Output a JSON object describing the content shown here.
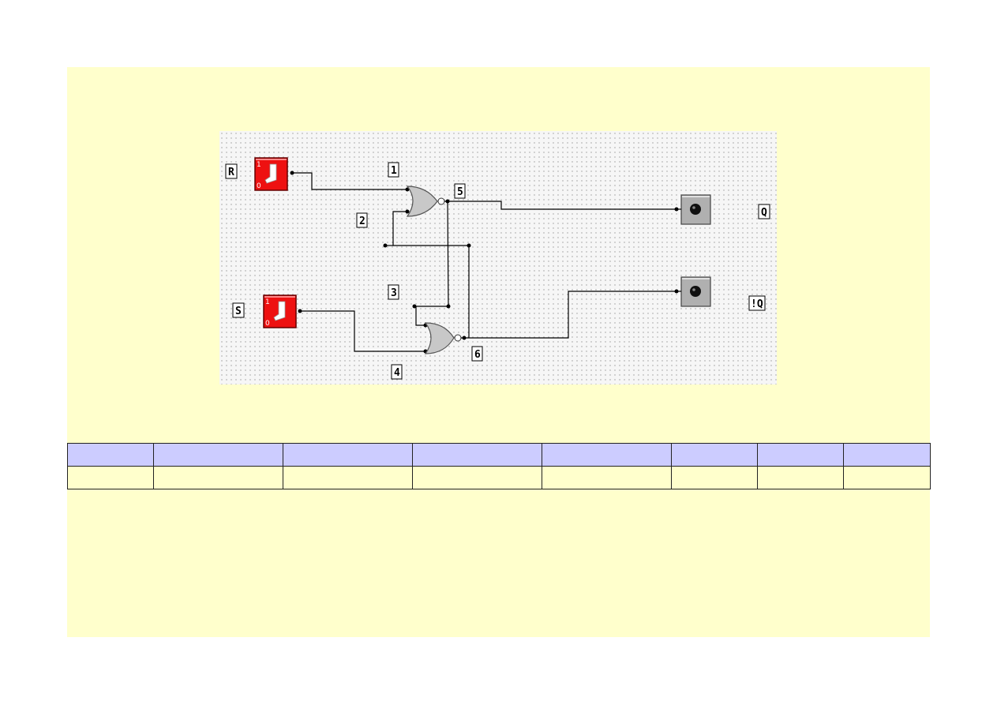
{
  "diagram": {
    "inputs": [
      {
        "id": "R",
        "label": "R",
        "switch_top": "1",
        "switch_bottom": "0"
      },
      {
        "id": "S",
        "label": "S",
        "switch_top": "1",
        "switch_bottom": "0"
      }
    ],
    "outputs": [
      {
        "id": "Q",
        "label": "Q"
      },
      {
        "id": "NQ",
        "label": "!Q"
      }
    ],
    "gates": [
      {
        "id": "nor-top",
        "type": "NOR"
      },
      {
        "id": "nor-bottom",
        "type": "NOR"
      }
    ],
    "node_labels": [
      "1",
      "2",
      "3",
      "4",
      "5",
      "6"
    ],
    "colors": {
      "panel_background": "#ffffcc",
      "grid_background": "#f4f4f4",
      "switch_red": "#ee1111",
      "gate_fill": "#c8c8c8",
      "header_row": "#ccccff"
    }
  },
  "table": {
    "columns": 8,
    "header": [
      "",
      "",
      "",
      "",
      "",
      "",
      "",
      ""
    ],
    "rows": [
      [
        "",
        "",
        "",
        "",
        "",
        "",
        "",
        ""
      ]
    ]
  }
}
